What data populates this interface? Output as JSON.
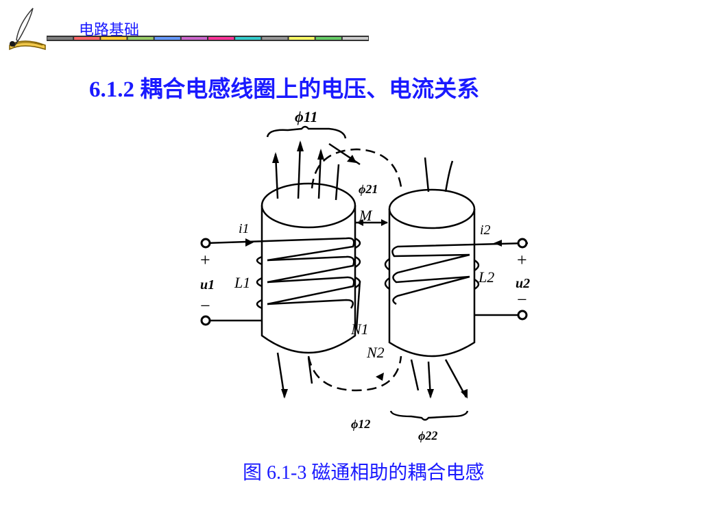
{
  "header": {
    "course_title": "电路基础"
  },
  "section_title": "6.1.2 耦合电感线圈上的电压、电流关系",
  "figure": {
    "caption": "图 6.1-3 磁通相助的耦合电感",
    "labels": {
      "phi11": "ϕ11",
      "phi21": "ϕ21",
      "phi12": "ϕ12",
      "phi22": "ϕ22",
      "M": "M",
      "i1": "i1",
      "i2": "i2",
      "L1": "L1",
      "L2": "L2",
      "u1": "u1",
      "u2": "u2",
      "N1": "N1",
      "N2": "N2",
      "plus": "+",
      "minus": "−"
    }
  },
  "colors": {
    "title": "#1a1aff",
    "ruler": [
      "#808080",
      "#ff6666",
      "#ffcc33",
      "#99cc66",
      "#6699ff",
      "#cc66cc",
      "#ff3399",
      "#33cccc",
      "#999999",
      "#ffff66",
      "#66cc66",
      "#cccccc"
    ]
  }
}
